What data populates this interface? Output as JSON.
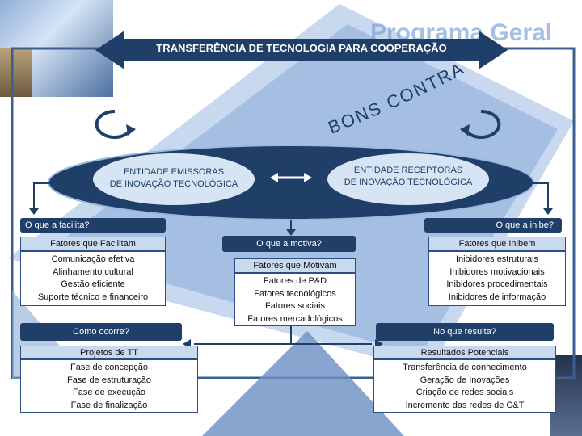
{
  "title": "TRANSFERÊNCIA DE TECNOLOGIA PARA COOPERAÇÃO",
  "background_title": "Programa Geral",
  "curved_text": "BONS CONTRATOS",
  "center": {
    "left_label_1": "ENTIDADE EMISSORAS",
    "left_label_2": "DE INOVAÇÃO TECNOLÓGICA",
    "right_label_1": "ENTIDADE RECEPTORAS",
    "right_label_2": "DE INOVAÇÃO TECNOLÓGICA"
  },
  "left_top": {
    "question": "O que a facilita?",
    "header": "Fatores que Facilitam",
    "items": [
      "Comunicação efetiva",
      "Alinhamento cultural",
      "Gestão eficiente",
      "Suporte técnico e financeiro"
    ]
  },
  "middle": {
    "question": "O que a motiva?",
    "header": "Fatores que Motivam",
    "items": [
      "Fatores de P&D",
      "Fatores tecnológicos",
      "Fatores sociais",
      "Fatores mercadológicos"
    ]
  },
  "right_top": {
    "question": "O que a inibe?",
    "header": "Fatores que Inibem",
    "items": [
      "Inibidores estruturais",
      "Inibidores motivacionais",
      "Inibidores procedimentais",
      "Inibidores de informação"
    ]
  },
  "left_bottom": {
    "question": "Como ocorre?",
    "header": "Projetos de TT",
    "items": [
      "Fase de concepção",
      "Fase de estruturação",
      "Fase de execução",
      "Fase de finalização"
    ]
  },
  "right_bottom": {
    "question": "No que resulta?",
    "header": "Resultados Potenciais",
    "items": [
      "Transferência de conhecimento",
      "Geração de Inovações",
      "Criação de redes sociais",
      "Incremento das redes de C&T"
    ]
  },
  "colors": {
    "navy": "#1f3e68",
    "light_blue": "#c9d9ee",
    "sky": "#7fa6d6"
  }
}
